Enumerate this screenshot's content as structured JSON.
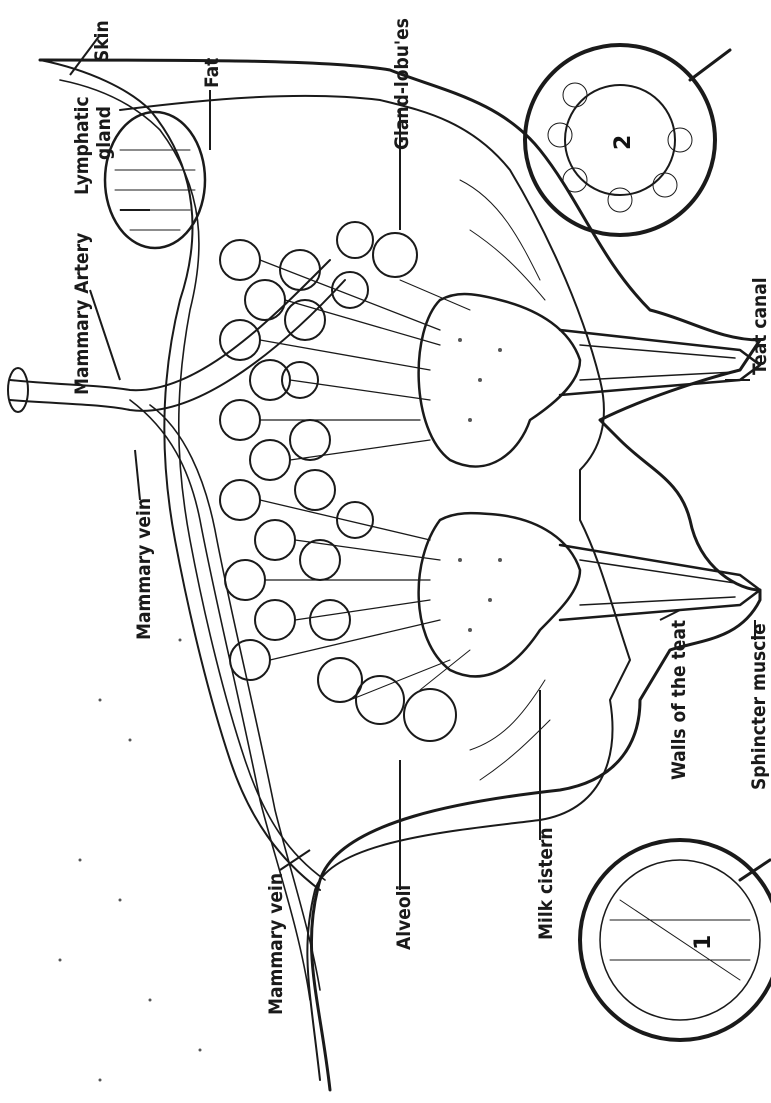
{
  "labels": {
    "skin": "Skin",
    "gland_lobules": "Gland-lobu'es",
    "fat": "Fat",
    "lymphatic_gland": "Lymphatic gland",
    "lymphatic_gland_line1": "Lymphatic",
    "lymphatic_gland_line2": "gland",
    "mammary_artery": "Mammary Artery",
    "teat_canal": "Teat canal",
    "mammary_vein_top": "Mammary vein",
    "sphincter_muscle": "Sphincter muscle",
    "walls_of_the_teat": "Walls of the teat",
    "milk_cistern": "Milk cistern",
    "alveoli": "Alveoli",
    "mammary_vein_bottom": "Mammary vein"
  },
  "insets": {
    "inset_1": "1",
    "inset_2": "2"
  }
}
